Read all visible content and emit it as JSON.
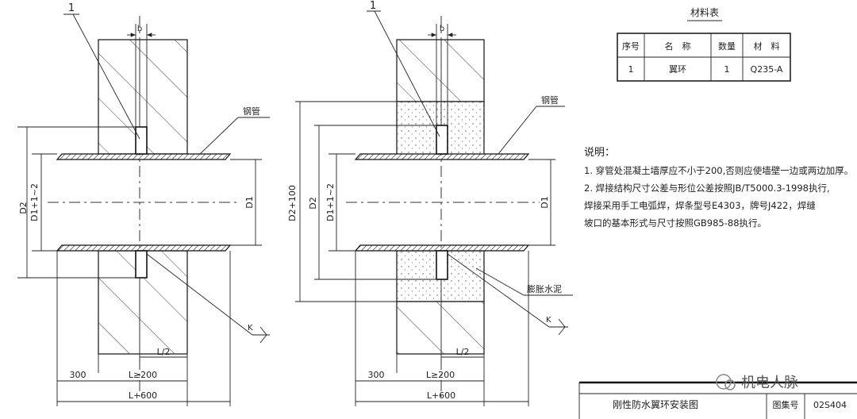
{
  "left_view": {
    "callout": "1",
    "b_label": "b",
    "pipe_label": "钢管",
    "dim_outer": "D2",
    "dim_inner_left": "D1+1~2",
    "dim_inner_right": "D1",
    "dim_half": "L/2",
    "dim_300": "300",
    "dim_L": "L≥200",
    "dim_total": "L+600",
    "weld_mark": "K"
  },
  "right_view": {
    "callout": "1",
    "b_label": "b",
    "pipe_label": "钢管",
    "dim_outer": "D2+100",
    "dim_mid": "D2",
    "dim_inner_left": "D1+1~2",
    "dim_inner_right": "D1",
    "filler_label": "膨胀水泥",
    "dim_half": "L/2",
    "dim_300": "300",
    "dim_L": "L≥200",
    "dim_total": "L+600",
    "weld_mark": "K"
  },
  "materials_table": {
    "title": "材料表",
    "headers": [
      "序号",
      "名　称",
      "数量",
      "材　料"
    ],
    "rows": [
      [
        "1",
        "翼环",
        "1",
        "Q235-A"
      ]
    ]
  },
  "notes": {
    "heading": "说明：",
    "items": [
      "1.  穿管处混凝土墙厚应不小于200,否则应使墙壁一边或两边加厚。",
      "2.  焊接结构尺寸公差与形位公差按照JB/T5000.3-1998执行,",
      "     焊接采用手工电弧焊，焊条型号E4303，牌号J422，焊缝",
      "     坡口的基本形式与尺寸按照GB985-88执行。"
    ]
  },
  "title_block": {
    "drawing_title": "刚性防水翼环安装图",
    "atlas_label": "图集号",
    "atlas_number": "02S404"
  },
  "watermark": "机电人脉"
}
